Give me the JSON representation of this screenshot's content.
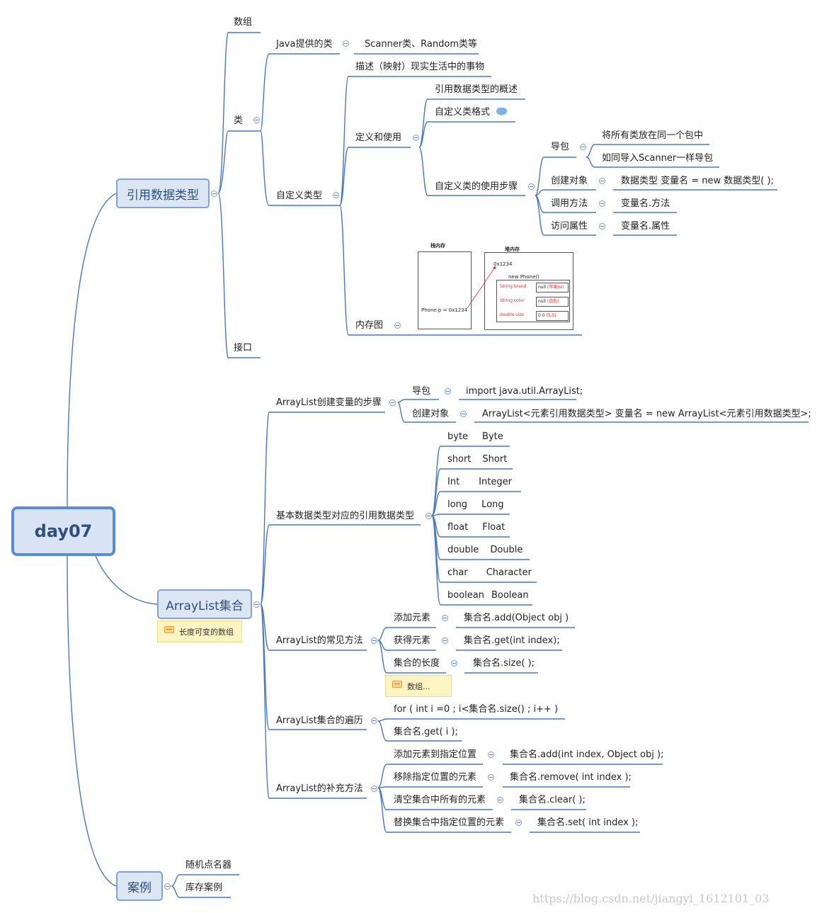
{
  "root": "day07",
  "branches": {
    "ref_types": {
      "label": "引用数据类型",
      "array": "数组",
      "class": {
        "label": "类",
        "java_provided": {
          "label": "Java提供的类",
          "value": "Scanner类、Random类等"
        },
        "custom": {
          "label": "自定义类型",
          "describe": "描述（映射）现实生活中的事物",
          "define_use": {
            "label": "定义和使用",
            "overview": "引用数据类型的概述",
            "format": "自定义类格式",
            "steps": {
              "label": "自定义类的使用步骤",
              "import": {
                "label": "导包",
                "items": [
                  "将所有类放在同一个包中",
                  "如同导入Scanner一样导包"
                ]
              },
              "create": {
                "label": "创建对象",
                "value": "数据类型 变量名 = new 数据类型( );"
              },
              "call": {
                "label": "调用方法",
                "value": "变量名.方法"
              },
              "access": {
                "label": "访问属性",
                "value": "变量名.属性"
              }
            }
          },
          "memory": {
            "label": "内存图",
            "stack_title": "栈内存",
            "heap_title": "堆内存",
            "stack_var": "Phone p =  0x1234",
            "addr": "0x1234",
            "new_phone": "new Phone()",
            "fields": [
              {
                "name": "String brand",
                "value": "null",
                "new": "(苹果6s)"
              },
              {
                "name": "String color",
                "value": "null",
                "new": "(白色)"
              },
              {
                "name": "double size",
                "value": "0.0",
                "new": "(5.5)"
              }
            ]
          }
        }
      },
      "interface": "接口"
    },
    "arraylist": {
      "label": "ArrayList集合",
      "note": "长度可变的数组",
      "create_steps": {
        "label": "ArrayList创建变量的步骤",
        "import": {
          "label": "导包",
          "value": "import java.util.ArrayList;"
        },
        "create": {
          "label": "创建对象",
          "value": "ArrayList<元素引用数据类型> 变量名 = new ArrayList<元素引用数据类型>;"
        }
      },
      "wrappers": {
        "label": "基本数据类型对应的引用数据类型",
        "items": [
          {
            "prim": "byte",
            "wrap": "Byte"
          },
          {
            "prim": "short",
            "wrap": "Short"
          },
          {
            "prim": "Int",
            "wrap": "Integer"
          },
          {
            "prim": "long",
            "wrap": "Long"
          },
          {
            "prim": "float",
            "wrap": "Float"
          },
          {
            "prim": "double",
            "wrap": "Double"
          },
          {
            "prim": "char",
            "wrap": "Character"
          },
          {
            "prim": "boolean",
            "wrap": "Boolean"
          }
        ]
      },
      "methods": {
        "label": "ArrayList的常见方法",
        "add": {
          "label": "添加元素",
          "value": "集合名.add(Object obj )"
        },
        "get": {
          "label": "获得元素",
          "value": "集合名.get(int index);"
        },
        "size": {
          "label": "集合的长度",
          "value": "集合名.size( );"
        },
        "note": "数组..."
      },
      "traverse": {
        "label": "ArrayList集合的遍历",
        "loop": "for ( int i =0  ; i<集合名.size()  ; i++ )",
        "get": "集合名.get( i );"
      },
      "extra": {
        "label": "ArrayList的补充方法",
        "items": [
          {
            "label": "添加元素到指定位置",
            "value": "集合名.add(int index, Object obj );"
          },
          {
            "label": "移除指定位置的元素",
            "value": "集合名.remove( int index );"
          },
          {
            "label": "清空集合中所有的元素",
            "value": "集合名.clear( );"
          },
          {
            "label": "替换集合中指定位置的元素",
            "value": "集合名.set( int index );"
          }
        ]
      }
    },
    "cases": {
      "label": "案例",
      "items": [
        "随机点名器",
        "库存案例"
      ]
    }
  },
  "watermark": "https://blog.csdn.net/jiangyi_1612101_03",
  "colors": {
    "line": "#3f6fb5",
    "node_fill": "#dce6f2",
    "node_border": "#7fa3d4",
    "red": "#e0322b"
  }
}
